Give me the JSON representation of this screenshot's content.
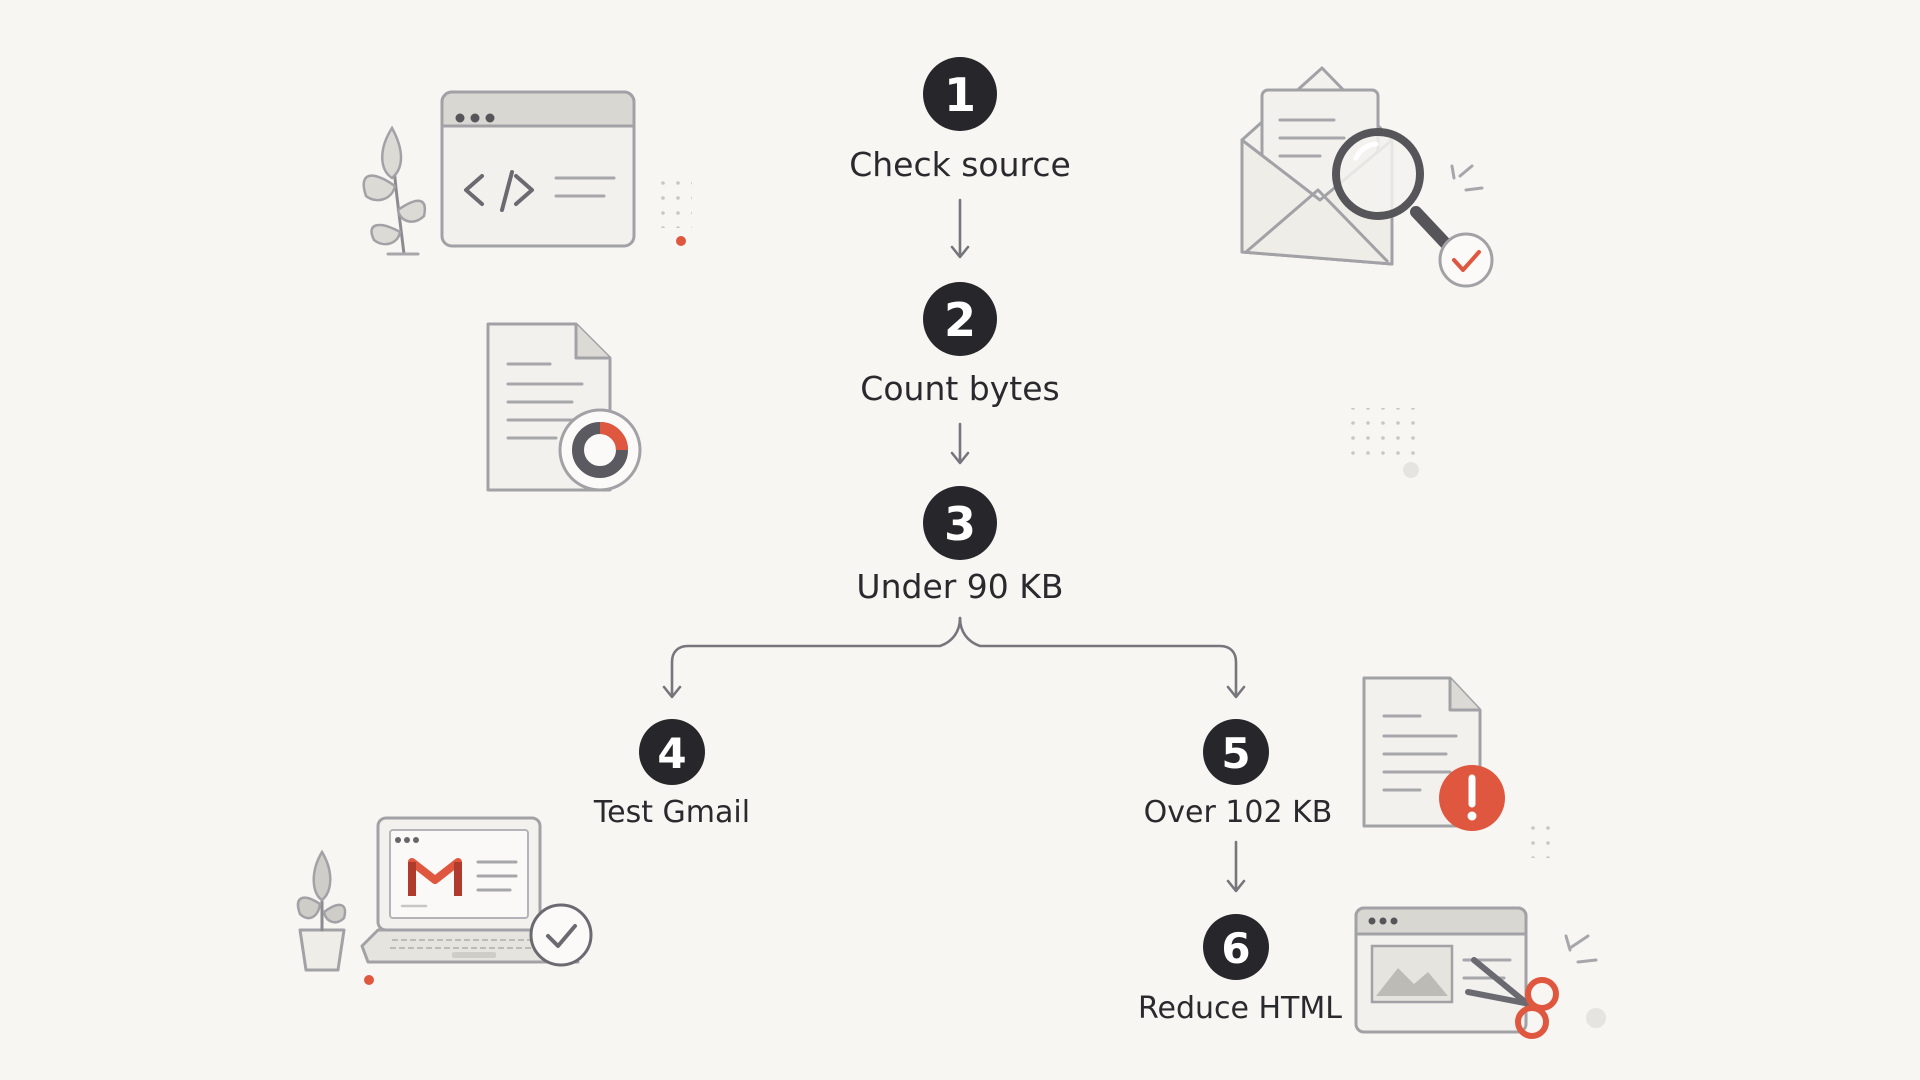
{
  "diagram": {
    "steps": [
      {
        "number": "1",
        "label": "Check source"
      },
      {
        "number": "2",
        "label": "Count bytes"
      },
      {
        "number": "3",
        "label": "Under 90 KB"
      },
      {
        "number": "4",
        "label": "Test Gmail"
      },
      {
        "number": "5",
        "label": "Over 102 KB"
      },
      {
        "number": "6",
        "label": "Reduce HTML"
      }
    ],
    "illustrations": [
      {
        "name": "code-window-icon"
      },
      {
        "name": "email-magnifier-check-icon"
      },
      {
        "name": "document-pie-chart-icon"
      },
      {
        "name": "laptop-gmail-check-icon"
      },
      {
        "name": "document-alert-icon"
      },
      {
        "name": "window-scissors-icon"
      }
    ],
    "colors": {
      "background": "#f8f6f2",
      "step_circle": "#26262b",
      "text": "#2a2a2e",
      "accent": "#e0573f",
      "connector": "#76767c"
    }
  }
}
